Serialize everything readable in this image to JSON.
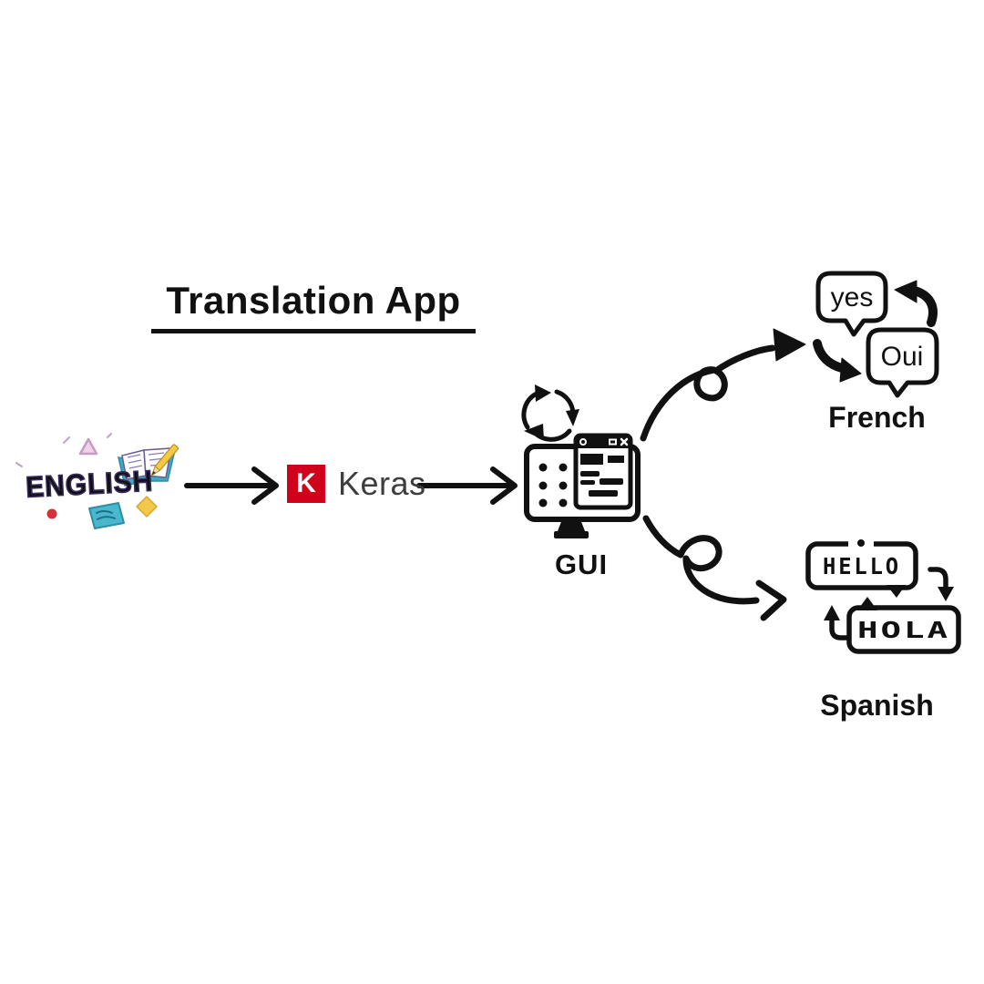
{
  "title": "Translation App",
  "english": {
    "label": "ENGLISH"
  },
  "keras": {
    "logo_letter": "K",
    "name": "Keras"
  },
  "gui": {
    "label": "GUI"
  },
  "french": {
    "source_word": "yes",
    "target_word": "Oui",
    "label": "French"
  },
  "spanish": {
    "source_word": "HOLA",
    "target_word": "HELLO",
    "label": "Spanish"
  },
  "icons": {
    "refresh": "circular-sync-arrows",
    "monitor": "computer-monitor-with-app-window",
    "window_controls": "record-dot / minimize-box / close-x",
    "english_decorations": "pencil, triangle, open-book, red-dot, paper-sheet, yellow-diamond",
    "exchange_arrows": "curved swap arrows between language bubbles",
    "flow_arrows": "straight and loop-curved black arrows"
  },
  "colors": {
    "ink": "#111111",
    "keras_red": "#D0021B",
    "english_purple": "#7459A8",
    "english_outline": "#3A2A5E",
    "teal": "#49B7CE",
    "yellow": "#F2C84B",
    "red_dot": "#D63038",
    "pink_triangle": "#EFD3EA",
    "background": "#FFFFFF"
  }
}
